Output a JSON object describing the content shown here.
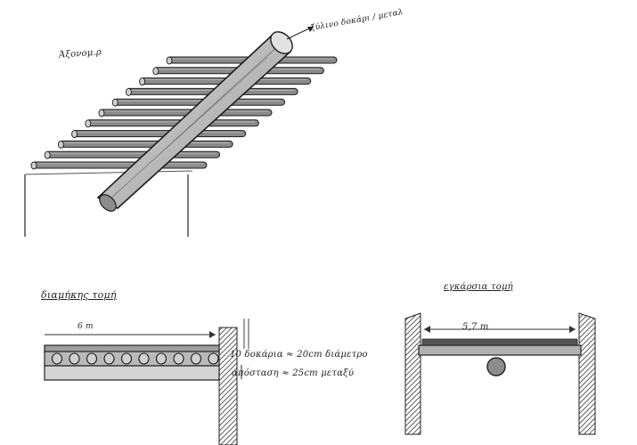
{
  "labels": {
    "view": "Άξονομ.ρ",
    "material": "ξύλινο δοκάρι / μεταλ",
    "long_section": "διαμήκης τομή",
    "cross_section": "εγκάρσια τομή",
    "span_long": "6 m",
    "span_cross": "5,7 m",
    "note_rods": "10 δοκάρια ≈ 20cm διάμετρο",
    "note_spacing": "απόσταση ≈ 25cm μεταξύ"
  }
}
